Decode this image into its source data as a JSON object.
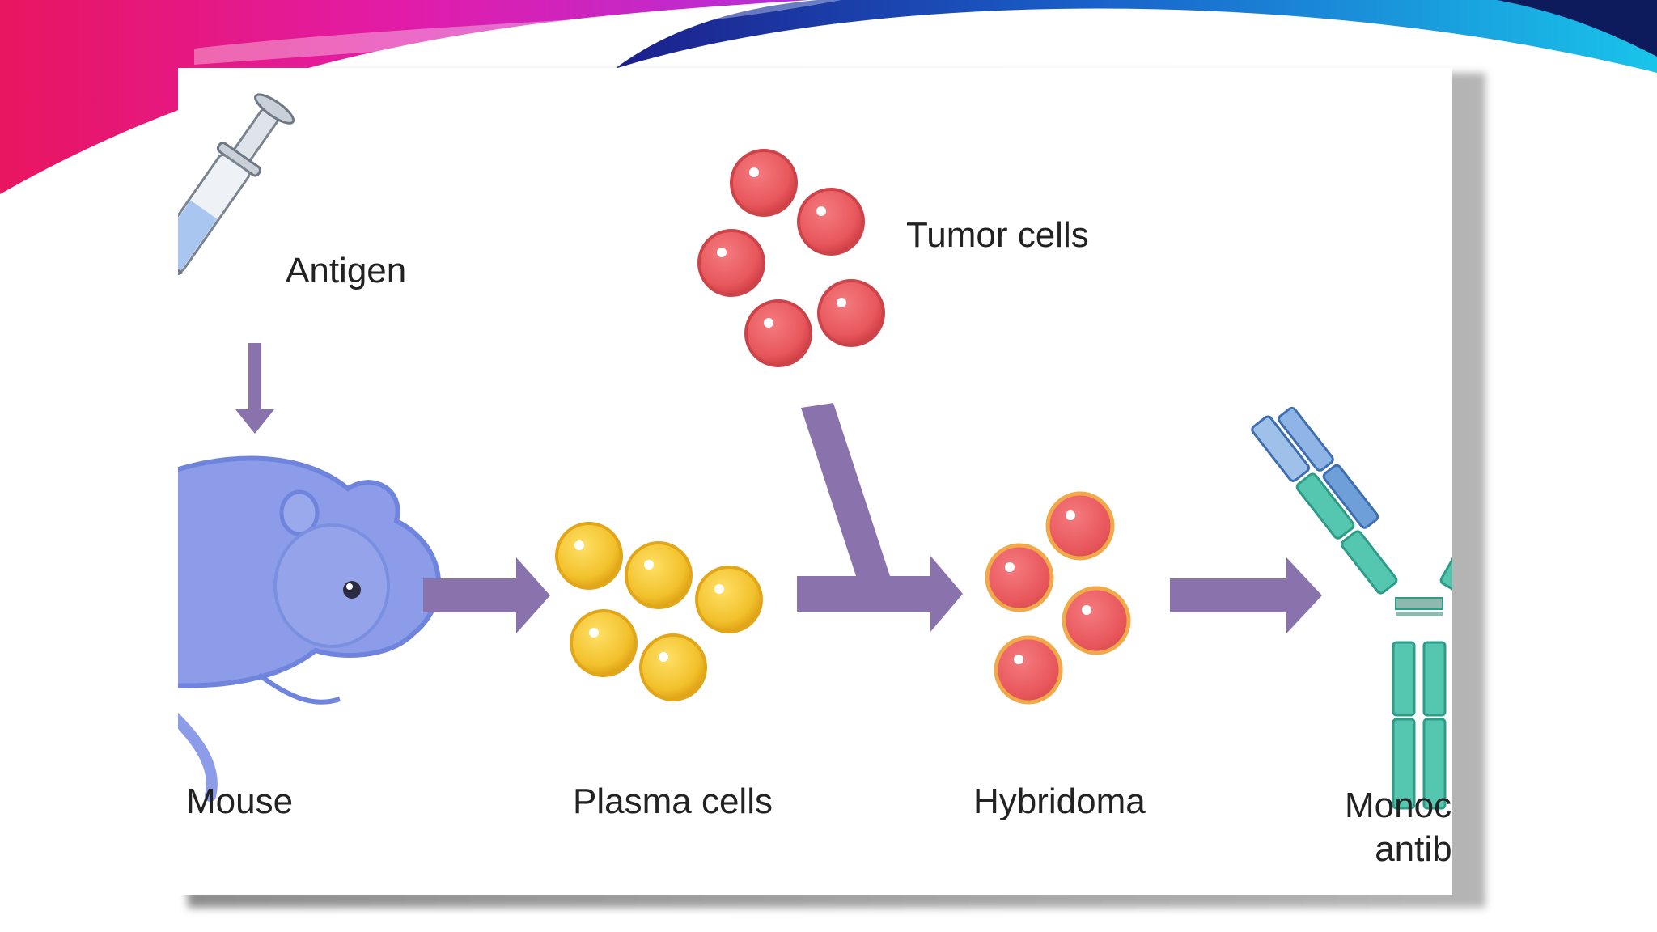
{
  "diagram": {
    "labels": {
      "antigen": "Antigen",
      "tumor_cells": "Tumor cells",
      "mouse": "Mouse",
      "plasma_cells": "Plasma cells",
      "hybridoma": "Hybridoma",
      "monoclonal_line1": "Monoclo",
      "monoclonal_line2": "antibo"
    },
    "colors": {
      "arrow": "#8a72ad",
      "mouse": "#8c9ce8",
      "plasma_cell": "#f2c12c",
      "tumor_cell": "#e8575c",
      "antibody": "#55c7b0",
      "antibody_light_chain": "#6f9fd8",
      "slide_swoosh_pink": "#e8158c",
      "slide_swoosh_blue": "#14aee0"
    },
    "icons": [
      "syringe-icon",
      "mouse-icon",
      "antibody-icon"
    ]
  }
}
